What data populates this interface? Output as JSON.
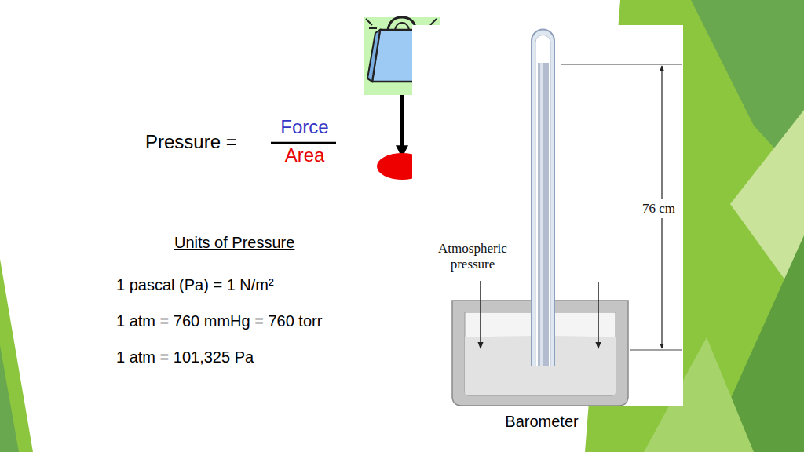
{
  "diagram": {
    "caption": "Barometer",
    "labels": [
      "Pressure =",
      "Force",
      "Area",
      "Units of Pressure",
      "1 pascal (Pa) = 1 N/m²",
      "1 atm = 760 mmHg = 760 torr",
      "1 atm = 101,325 Pa",
      "76 cm",
      "Atmospheric pressure"
    ]
  }
}
